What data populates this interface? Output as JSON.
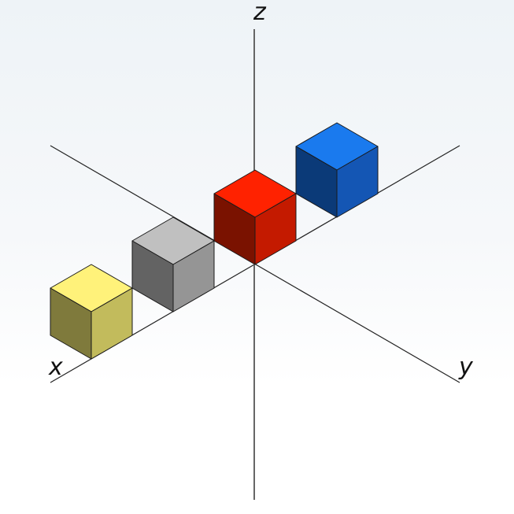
{
  "diagram": {
    "title": "",
    "axes": {
      "x": {
        "label": "x"
      },
      "y": {
        "label": "y"
      },
      "z": {
        "label": "z"
      }
    },
    "cubes": [
      {
        "name": "yellow",
        "top": "#fff27a",
        "left": "#7f7a3c",
        "right": "#c2bb5c"
      },
      {
        "name": "gray",
        "top": "#c0c0c0",
        "left": "#636363",
        "right": "#959595"
      },
      {
        "name": "red",
        "top": "#ff2200",
        "left": "#7a1200",
        "right": "#c41a00"
      },
      {
        "name": "blue",
        "top": "#1a7aee",
        "left": "#0b3a78",
        "right": "#1456b4"
      }
    ]
  }
}
